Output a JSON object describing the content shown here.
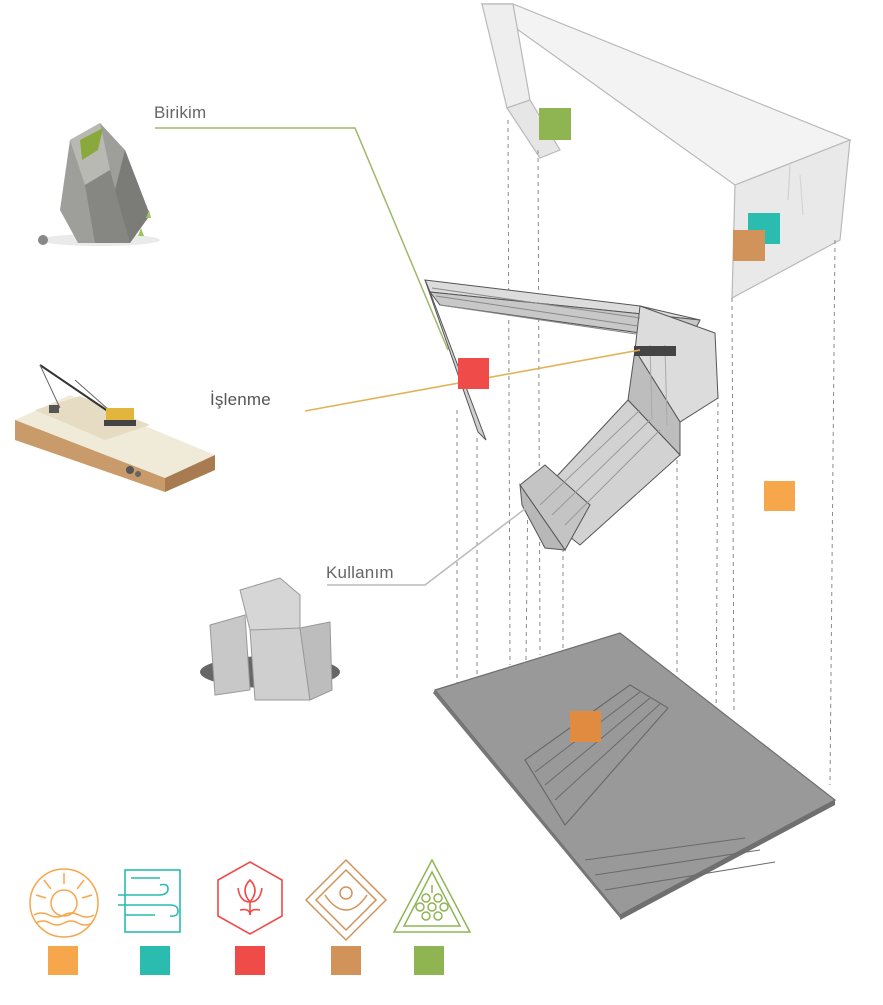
{
  "labels": {
    "birikim": "Birikim",
    "islenme": "İşlenme",
    "kullanim": "Kullanım"
  },
  "colors": {
    "orange": "#F6A64B",
    "teal": "#2ABCAF",
    "red": "#EF4B49",
    "brown": "#D1935A",
    "green": "#8FB552",
    "birikim_line": "#9DB86A",
    "islenme_line": "#E3B257",
    "kullanim_line": "#BBBBBB"
  },
  "legend": [
    {
      "icon": "sun-water-icon",
      "color": "#F6A64B"
    },
    {
      "icon": "wind-document-icon",
      "color": "#2ABCAF"
    },
    {
      "icon": "flower-hexagon-icon",
      "color": "#EF4B49"
    },
    {
      "icon": "hands-diamond-icon",
      "color": "#D1935A"
    },
    {
      "icon": "grapes-triangle-icon",
      "color": "#8FB552"
    }
  ]
}
